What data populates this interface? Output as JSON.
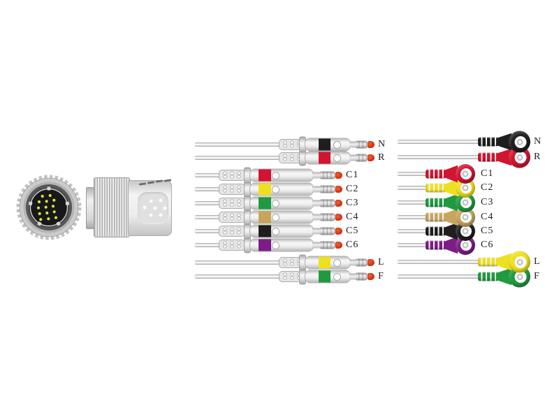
{
  "page": {
    "background": "#ffffff",
    "label_color": "#1c1c1c"
  },
  "connectors": {
    "round_face": {
      "pin_color": "#dde23c",
      "face_color": "#181818",
      "shell_color": "#c9c9c9",
      "dark_ring_color": "#575757"
    },
    "side_view": {
      "shell_color": "#e9e9e9"
    }
  },
  "banana_tip_color": "#cd2a06",
  "leads": {
    "banana": [
      {
        "label": "N",
        "color": "#1e1e1e"
      },
      {
        "label": "R",
        "color": "#d21430"
      },
      {
        "label": "C1",
        "color": "#d21430"
      },
      {
        "label": "C2",
        "color": "#eee01e"
      },
      {
        "label": "C3",
        "color": "#1f9a40"
      },
      {
        "label": "C4",
        "color": "#c7a55e"
      },
      {
        "label": "C5",
        "color": "#1e1e1e"
      },
      {
        "label": "C6",
        "color": "#7c1d86"
      },
      {
        "label": "L",
        "color": "#eee01e"
      },
      {
        "label": "F",
        "color": "#1f9a40"
      }
    ],
    "snap": [
      {
        "label": "N",
        "color": "#1e1e1e"
      },
      {
        "label": "R",
        "color": "#d21430"
      },
      {
        "label": "C1",
        "color": "#d21430"
      },
      {
        "label": "C2",
        "color": "#eee01e"
      },
      {
        "label": "C3",
        "color": "#1f9a40"
      },
      {
        "label": "C4",
        "color": "#c7a55e"
      },
      {
        "label": "C5",
        "color": "#1e1e1e"
      },
      {
        "label": "C6",
        "color": "#7c1d86"
      },
      {
        "label": "L",
        "color": "#eee01e"
      },
      {
        "label": "F",
        "color": "#1f9a40"
      }
    ]
  }
}
